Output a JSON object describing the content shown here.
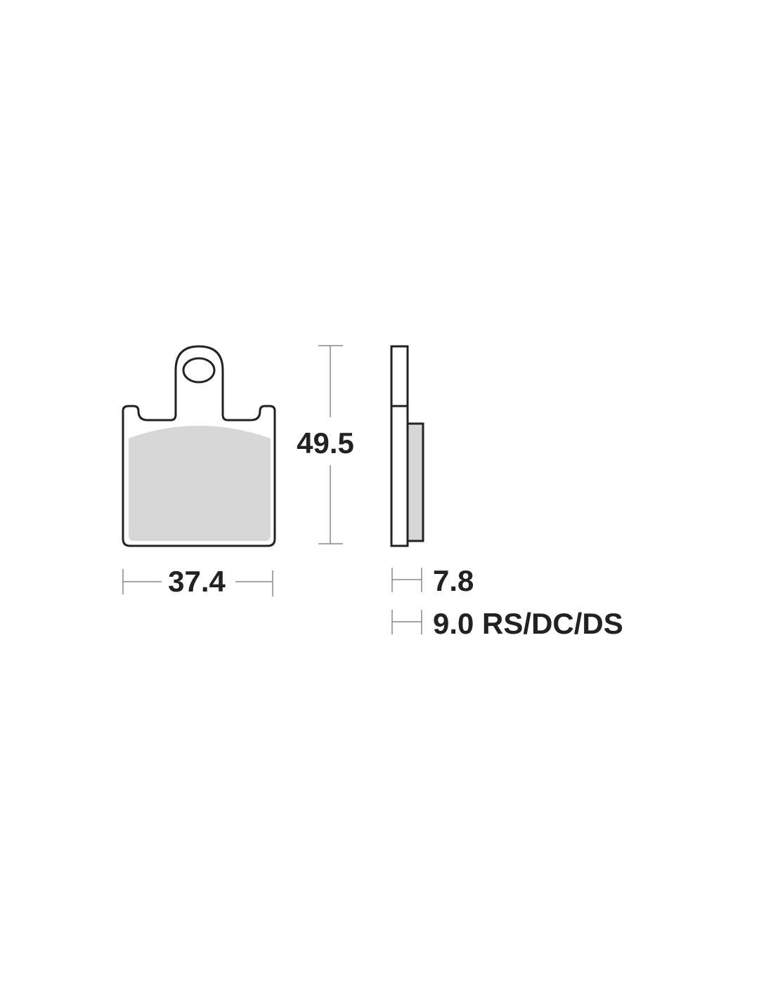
{
  "diagram": {
    "width_label": "37.4",
    "height_label": "49.5",
    "thickness_label": "7.8",
    "thickness_alt_label": "9.0 RS/DC/DS"
  },
  "colors": {
    "outline": "#222222",
    "friction": "#d7d7d7",
    "dimension_line": "#888888"
  }
}
